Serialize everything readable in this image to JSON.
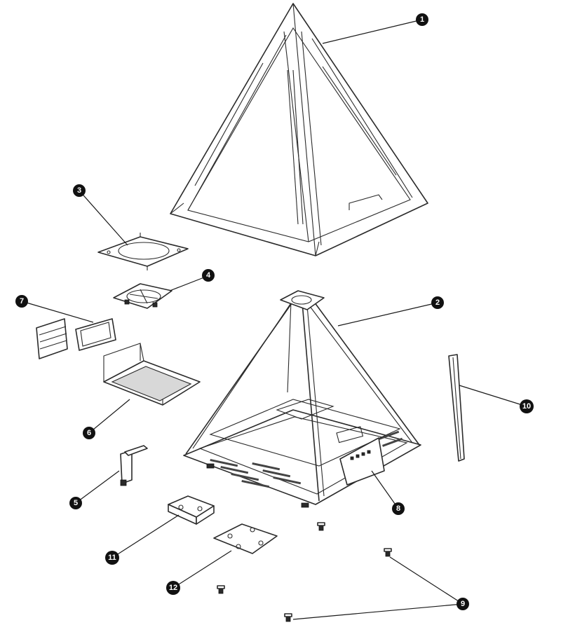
{
  "callouts": [
    {
      "id": "1",
      "label": "1"
    },
    {
      "id": "2",
      "label": "2"
    },
    {
      "id": "3",
      "label": "3"
    },
    {
      "id": "4",
      "label": "4"
    },
    {
      "id": "5",
      "label": "5"
    },
    {
      "id": "6",
      "label": "6"
    },
    {
      "id": "7",
      "label": "7"
    },
    {
      "id": "8",
      "label": "8"
    },
    {
      "id": "9",
      "label": "9"
    },
    {
      "id": "10",
      "label": "10"
    },
    {
      "id": "11",
      "label": "11"
    },
    {
      "id": "12",
      "label": "12"
    }
  ],
  "colors": {
    "line": "#2b2b2b",
    "callout": "#111111",
    "background": "#ffffff"
  }
}
